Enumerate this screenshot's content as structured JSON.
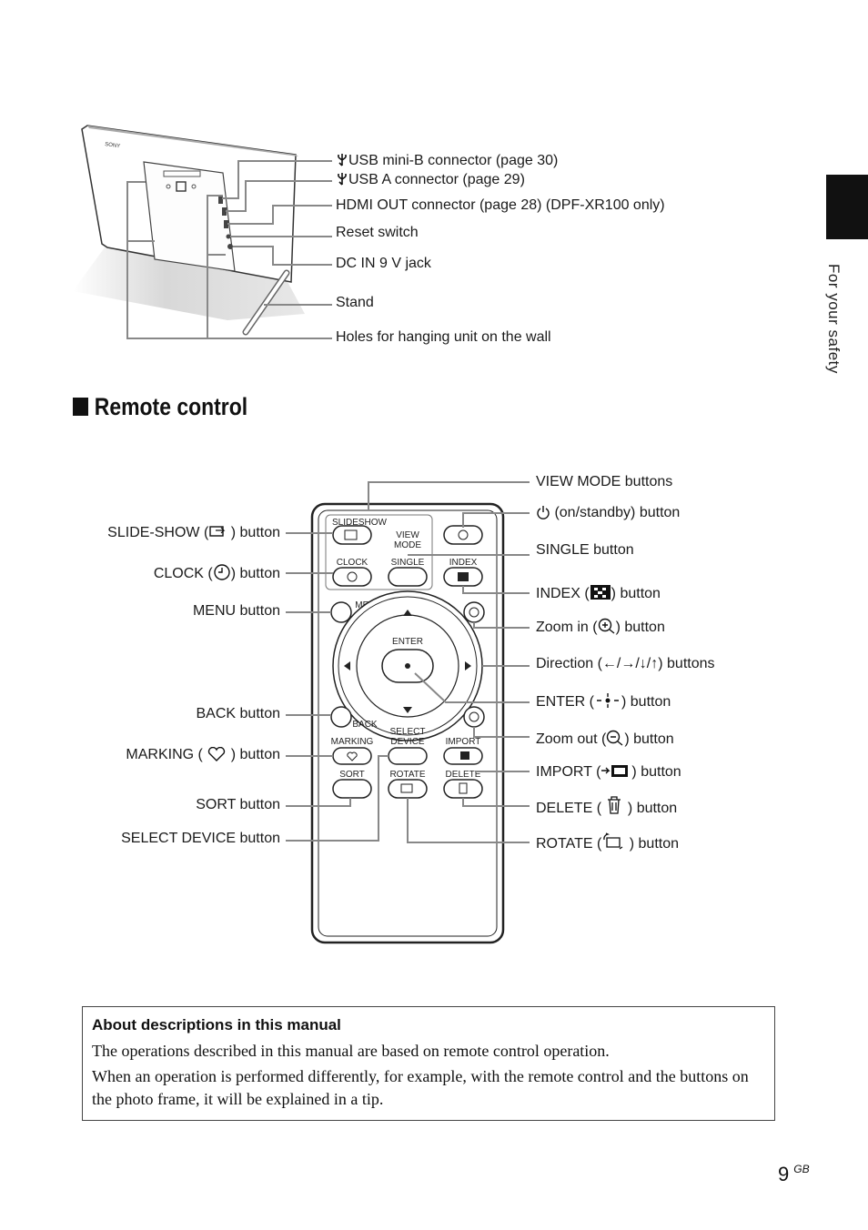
{
  "side_tab": {
    "label": "For your safety"
  },
  "frame_callouts": [
    {
      "id": "usb-mini",
      "label": "USB mini-B connector (page 30)",
      "icon": "usb-icon"
    },
    {
      "id": "usb-a",
      "label": "USB A connector (page 29)",
      "icon": "usb-icon"
    },
    {
      "id": "hdmi",
      "label": "HDMI OUT connector (page 28) (DPF-XR100 only)"
    },
    {
      "id": "reset",
      "label": "Reset switch"
    },
    {
      "id": "dcin",
      "label": "DC IN 9 V jack"
    },
    {
      "id": "stand",
      "label": "Stand"
    },
    {
      "id": "holes",
      "label": "Holes for hanging unit on the wall"
    }
  ],
  "frame_brand": "SONY",
  "section": {
    "title": "Remote control"
  },
  "remote": {
    "keys": {
      "slideshow": "SLIDESHOW",
      "view": "VIEW",
      "mode": "MODE",
      "clock": "CLOCK",
      "single": "SINGLE",
      "index": "INDEX",
      "menu": "MENU",
      "enter": "ENTER",
      "back": "BACK",
      "marking": "MARKING",
      "select": "SELECT",
      "device": "DEVICE",
      "import": "IMPORT",
      "sort": "SORT",
      "rotate": "ROTATE",
      "delete": "DELETE"
    }
  },
  "left_callouts": {
    "slideshow": {
      "pre": "SLIDE-SHOW (",
      "post": " ) button",
      "icon": "slideshow-icon"
    },
    "clock": {
      "pre": "CLOCK (",
      "post": ") button",
      "icon": "clock-icon"
    },
    "menu": {
      "label": "MENU button"
    },
    "back": {
      "label": "BACK button"
    },
    "marking": {
      "pre": "MARKING ( ",
      "post": " ) button",
      "icon": "heart-icon"
    },
    "sort": {
      "label": "SORT button"
    },
    "select_device": {
      "label": "SELECT DEVICE button"
    }
  },
  "right_callouts": {
    "view_mode": {
      "label": "VIEW MODE buttons"
    },
    "power": {
      "post": " (on/standby) button",
      "icon": "power-icon"
    },
    "single": {
      "label": "SINGLE button"
    },
    "index": {
      "pre": "INDEX (",
      "post": ") button",
      "icon": "index-icon"
    },
    "zoom_in": {
      "pre": "Zoom in (",
      "post": ") button",
      "icon": "zoom-in-icon"
    },
    "direction": {
      "label": "Direction (←/→/↓/↑) buttons"
    },
    "enter": {
      "pre": "ENTER (",
      "post": ") button",
      "icon": "enter-icon"
    },
    "zoom_out": {
      "pre": "Zoom out (",
      "post": ") button",
      "icon": "zoom-out-icon"
    },
    "import": {
      "pre": "IMPORT (",
      "post": ") button",
      "icon": "import-icon"
    },
    "delete": {
      "pre": "DELETE ( ",
      "post": "  ) button",
      "icon": "trash-icon"
    },
    "rotate": {
      "pre": "ROTATE (",
      "post": " ) button",
      "icon": "rotate-icon"
    }
  },
  "note": {
    "title": "About descriptions in this manual",
    "paragraphs": [
      "The operations described in this manual are based on remote control operation.",
      "When an operation is performed differently, for example, with the remote control and the buttons on the photo frame, it will be explained in a tip."
    ]
  },
  "page": {
    "number": "9",
    "suffix": "GB"
  }
}
